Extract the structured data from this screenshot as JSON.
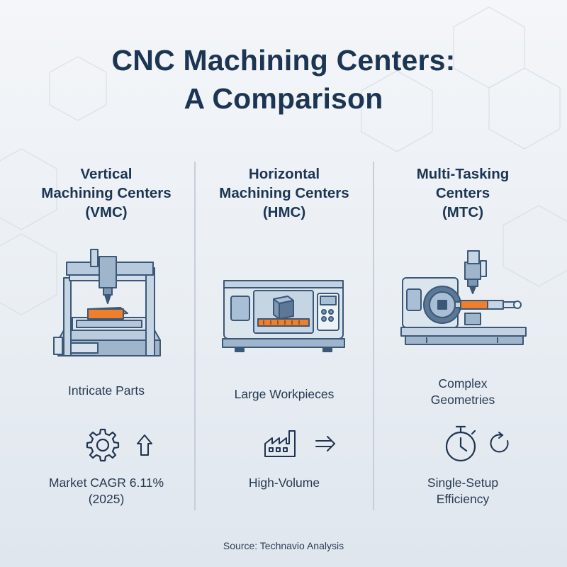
{
  "title": {
    "line1": "CNC Machining Centers:",
    "line2": "A Comparison"
  },
  "columns": [
    {
      "heading": [
        "Vertical",
        "Machining Centers",
        "(VMC)"
      ],
      "illustration": "vertical-machining-center-illustration",
      "feature": [
        "Intricate Parts"
      ],
      "icons": [
        "gear-icon",
        "arrow-up-icon"
      ],
      "metric": [
        "Market CAGR 6.11%",
        "(2025)"
      ]
    },
    {
      "heading": [
        "Horizontal",
        "Machining Centers",
        "(HMC)"
      ],
      "illustration": "horizontal-machining-center-illustration",
      "feature": [
        "Large Workpieces"
      ],
      "icons": [
        "factory-icon",
        "arrow-right-icon"
      ],
      "metric": [
        "High-Volume"
      ]
    },
    {
      "heading": [
        "Multi-Tasking",
        "Centers",
        "(MTC)"
      ],
      "illustration": "multi-tasking-center-illustration",
      "feature": [
        "Complex",
        "Geometries"
      ],
      "icons": [
        "stopwatch-icon",
        "refresh-icon"
      ],
      "metric": [
        "Single-Setup",
        "Efficiency"
      ]
    }
  ],
  "colors": {
    "title": "#1b3553",
    "machine_blue": "#a9bfd6",
    "machine_dark": "#3c5877",
    "workpiece_orange": "#f07f2c"
  },
  "source": "Source: Technavio Analysis"
}
